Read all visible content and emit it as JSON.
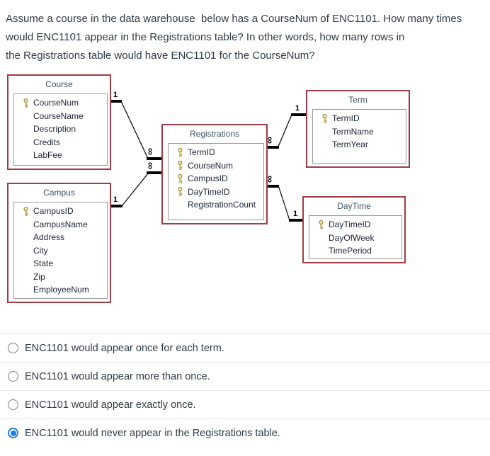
{
  "question": {
    "lines": [
      "Assume a course in the data warehouse  below has a CourseNum of ENC1101. How many times",
      "would ENC1101 appear in the Registrations table? In other words, how many rows in",
      "the Registrations table would have ENC1101 for the CourseNum?"
    ]
  },
  "diagram": {
    "cardinality": {
      "one": "1",
      "many": "∞"
    },
    "tables": [
      {
        "name": "Course",
        "fields": [
          {
            "name": "CourseNum",
            "key": true
          },
          {
            "name": "CourseName",
            "key": false
          },
          {
            "name": "Description",
            "key": false
          },
          {
            "name": "Credits",
            "key": false
          },
          {
            "name": "LabFee",
            "key": false
          }
        ]
      },
      {
        "name": "Campus",
        "fields": [
          {
            "name": "CampusID",
            "key": true
          },
          {
            "name": "CampusName",
            "key": false
          },
          {
            "name": "Address",
            "key": false
          },
          {
            "name": "City",
            "key": false
          },
          {
            "name": "State",
            "key": false
          },
          {
            "name": "Zip",
            "key": false
          },
          {
            "name": "EmployeeNum",
            "key": false
          }
        ]
      },
      {
        "name": "Registrations",
        "fields": [
          {
            "name": "TermID",
            "key": true
          },
          {
            "name": "CourseNum",
            "key": true
          },
          {
            "name": "CampusID",
            "key": true
          },
          {
            "name": "DayTimeID",
            "key": true
          },
          {
            "name": "RegistrationCount",
            "key": false
          }
        ]
      },
      {
        "name": "Term",
        "fields": [
          {
            "name": "TermID",
            "key": true
          },
          {
            "name": "TermName",
            "key": false
          },
          {
            "name": "TermYear",
            "key": false
          }
        ]
      },
      {
        "name": "DayTime",
        "fields": [
          {
            "name": "DayTimeID",
            "key": true
          },
          {
            "name": "DayOfWeek",
            "key": false
          },
          {
            "name": "TimePeriod",
            "key": false
          }
        ]
      }
    ]
  },
  "options": [
    {
      "label": "ENC1101 would appear once for each term.",
      "selected": false
    },
    {
      "label": "ENC1101 would appear more than once.",
      "selected": false
    },
    {
      "label": "ENC1101 would appear exactly once.",
      "selected": false
    },
    {
      "label": "ENC1101 would never appear in the Registrations table.",
      "selected": true
    }
  ],
  "colors": {
    "accent_blue": "#1E7EE3",
    "table_border": "#A23B45",
    "inner_border": "#9A9A9A",
    "key_gold": "#F0E288",
    "text": "#2D3B45",
    "line": "#000000"
  }
}
